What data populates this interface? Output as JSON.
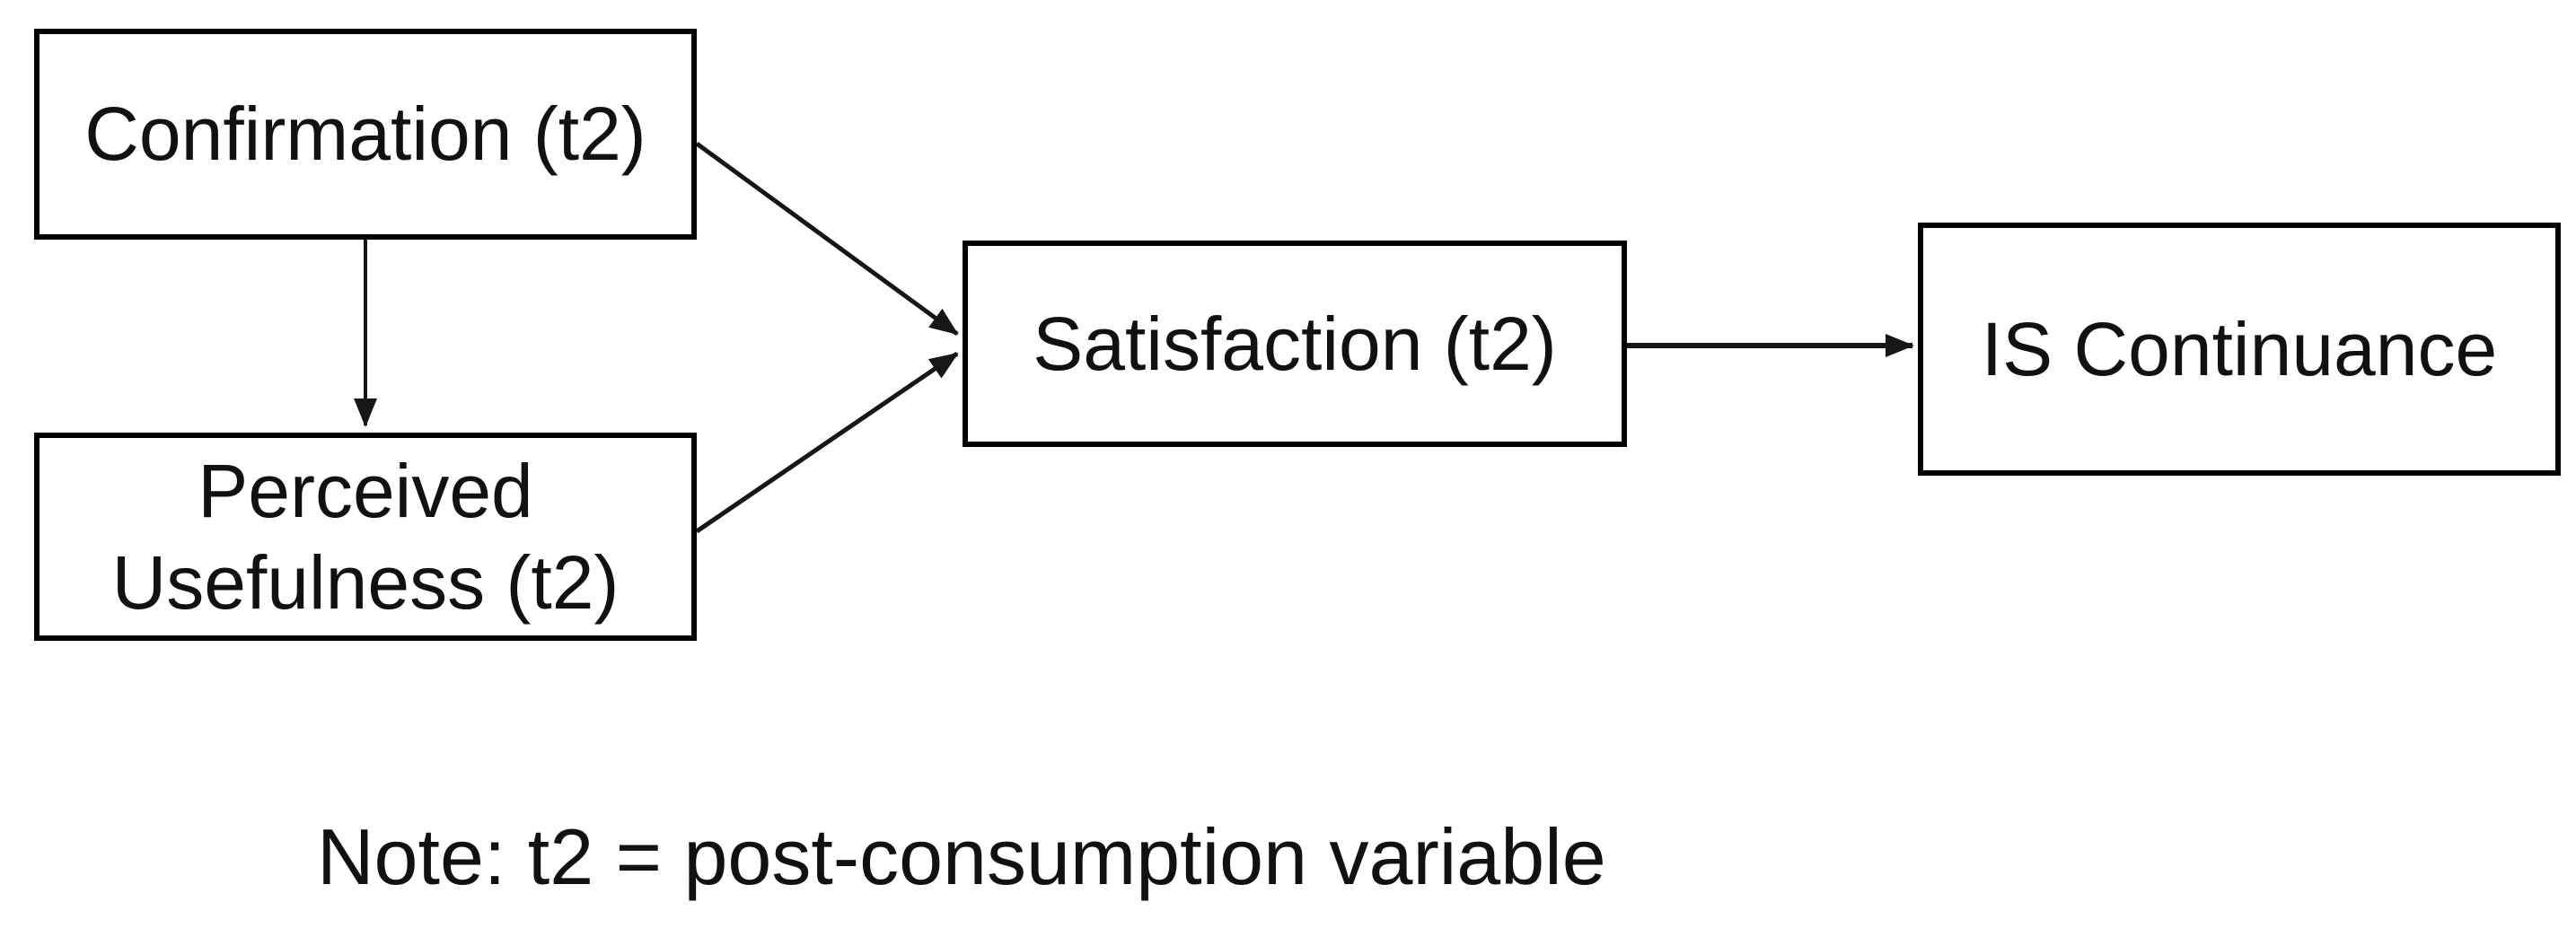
{
  "diagram": {
    "nodes": [
      {
        "id": "confirmation",
        "label": "Confirmation (t2)"
      },
      {
        "id": "perceived-usefulness",
        "label": "Perceived Usefulness (t2)"
      },
      {
        "id": "satisfaction",
        "label": "Satisfaction (t2)"
      },
      {
        "id": "is-continuance",
        "label": "IS Continuance"
      }
    ],
    "edges": [
      {
        "from": "confirmation",
        "to": "perceived-usefulness"
      },
      {
        "from": "confirmation",
        "to": "satisfaction"
      },
      {
        "from": "perceived-usefulness",
        "to": "satisfaction"
      },
      {
        "from": "satisfaction",
        "to": "is-continuance"
      }
    ],
    "note": "Note: t2 = post-consumption variable"
  },
  "colors": {
    "background": "#ffffff",
    "box_border": "#000000",
    "text": "#111111",
    "arrow": "#161616"
  }
}
